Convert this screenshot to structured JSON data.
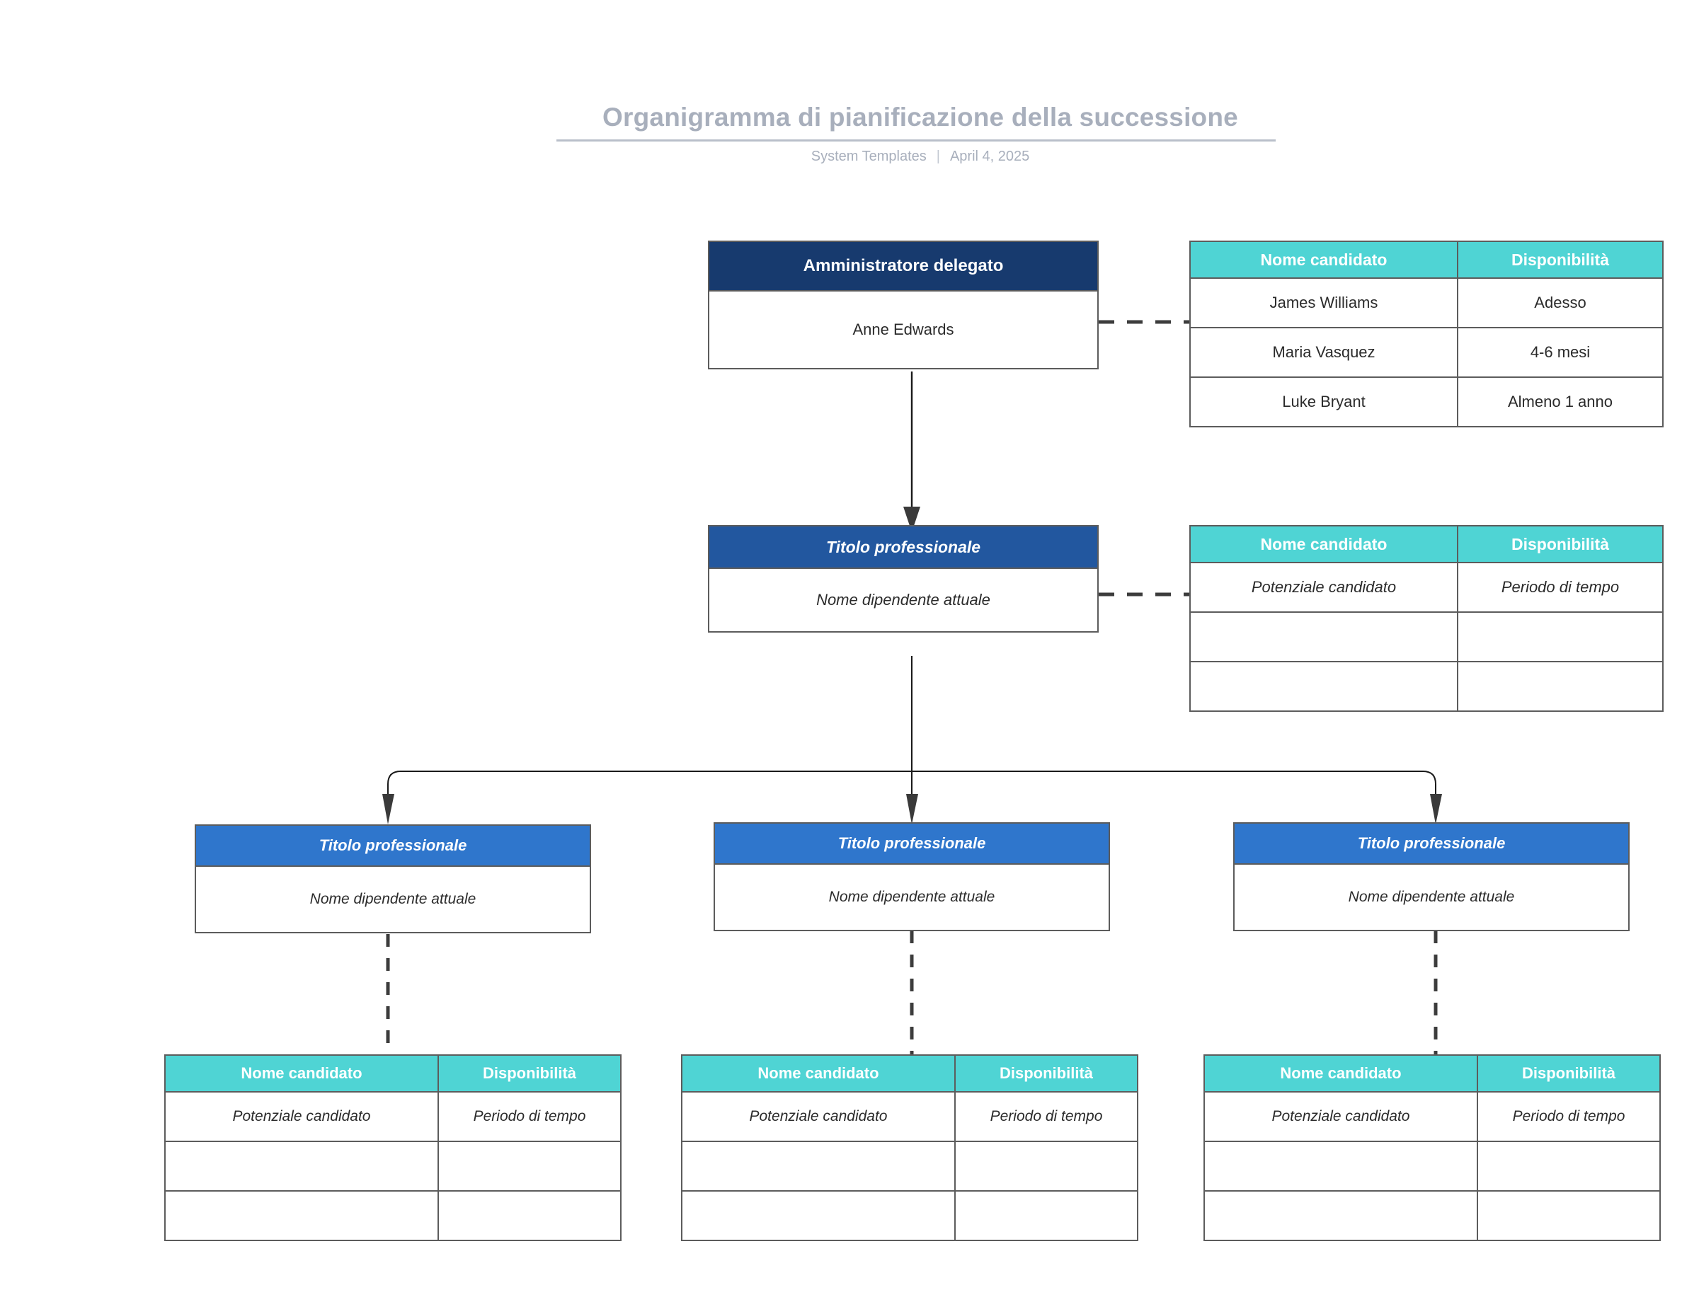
{
  "header": {
    "title": "Organigramma di pianificazione della successione",
    "author": "System Templates",
    "separator": "|",
    "date": "April 4, 2025"
  },
  "colors": {
    "level1_header": "#173a6e",
    "level2_header": "#22579f",
    "level3_header": "#2f76cc",
    "table_header": "#4fd4d4",
    "border": "#5c5c5c",
    "title_text": "#a8afbc",
    "connector": "#1a1a1a",
    "dashed_connector": "#3c3c3c"
  },
  "table_columns": {
    "name": "Nome candidato",
    "availability": "Disponibilità"
  },
  "placeholders": {
    "job_title": "Titolo professionale",
    "employee_name": "Nome dipendente attuale",
    "candidate": "Potenziale candidato",
    "timeframe": "Periodo di tempo",
    "empty": ""
  },
  "nodes": {
    "ceo": {
      "title": "Amministratore delegato",
      "employee": "Anne Edwards"
    },
    "level2": {
      "title": "Titolo professionale",
      "employee": "Nome dipendente attuale"
    },
    "level3": [
      {
        "title": "Titolo professionale",
        "employee": "Nome dipendente attuale"
      },
      {
        "title": "Titolo professionale",
        "employee": "Nome dipendente attuale"
      },
      {
        "title": "Titolo professionale",
        "employee": "Nome dipendente attuale"
      }
    ]
  },
  "tables": {
    "ceo_candidates": {
      "headers": [
        "Nome candidato",
        "Disponibilità"
      ],
      "rows": [
        [
          "James Williams",
          "Adesso"
        ],
        [
          "Maria Vasquez",
          "4-6 mesi"
        ],
        [
          "Luke Bryant",
          "Almeno 1 anno"
        ]
      ]
    },
    "level2_candidates": {
      "headers": [
        "Nome candidato",
        "Disponibilità"
      ],
      "rows": [
        [
          "Potenziale candidato",
          "Periodo di tempo"
        ],
        [
          "",
          ""
        ],
        [
          "",
          ""
        ]
      ]
    },
    "level3_candidates": [
      {
        "headers": [
          "Nome candidato",
          "Disponibilità"
        ],
        "rows": [
          [
            "Potenziale candidato",
            "Periodo di tempo"
          ],
          [
            "",
            ""
          ],
          [
            "",
            ""
          ]
        ]
      },
      {
        "headers": [
          "Nome candidato",
          "Disponibilità"
        ],
        "rows": [
          [
            "Potenziale candidato",
            "Periodo di tempo"
          ],
          [
            "",
            ""
          ],
          [
            "",
            ""
          ]
        ]
      },
      {
        "headers": [
          "Nome candidato",
          "Disponibilità"
        ],
        "rows": [
          [
            "Potenziale candidato",
            "Periodo di tempo"
          ],
          [
            "",
            ""
          ],
          [
            "",
            ""
          ]
        ]
      }
    ]
  }
}
